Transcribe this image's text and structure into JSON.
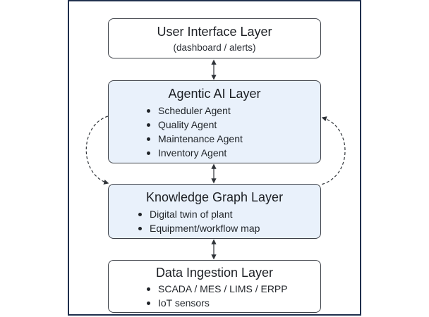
{
  "layers": {
    "ui": {
      "title": "User Interface Layer",
      "subtitle": "(dashboard / alerts)"
    },
    "agentic": {
      "title": "Agentic AI Layer",
      "items": [
        "Scheduler Agent",
        "Quality Agent",
        "Maintenance Agent",
        "Inventory Agent"
      ]
    },
    "knowledge": {
      "title": "Knowledge Graph Layer",
      "items": [
        "Digital twin of plant",
        "Equipment/workflow map"
      ]
    },
    "ingestion": {
      "title": "Data Ingestion Layer",
      "items": [
        "SCADA / MES / LIMS / ERPP",
        "IoT sensors"
      ]
    }
  },
  "colors": {
    "frame_border": "#1f2f4d",
    "box_border": "#3b3f46",
    "highlight_fill": "#e9f1fb",
    "arrow": "#2f3338"
  }
}
